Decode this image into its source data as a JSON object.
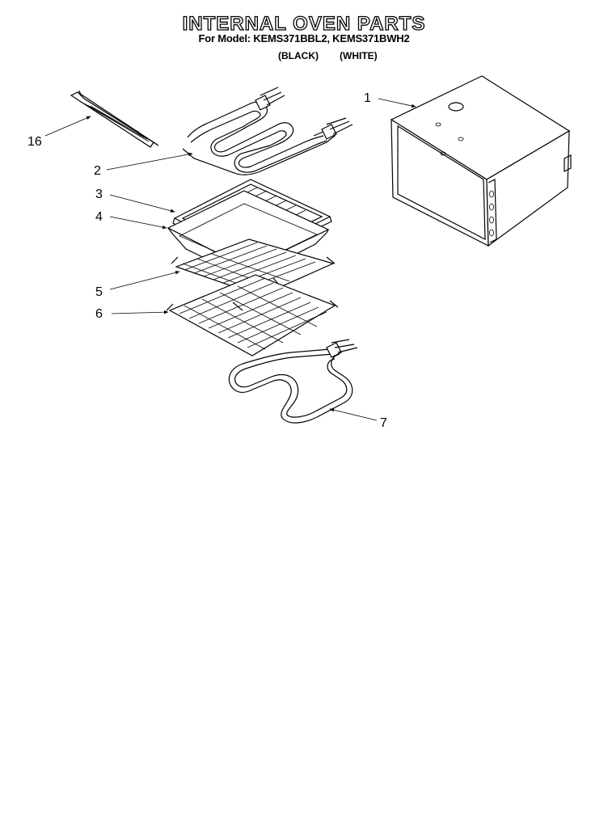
{
  "header": {
    "title": "INTERNAL OVEN PARTS",
    "subtitle": "For Model: KEMS371BBL2, KEMS371BWH2",
    "variant_black": "(BLACK)",
    "variant_white": "(WHITE)"
  },
  "callouts": {
    "c1": "1",
    "c2": "2",
    "c3": "3",
    "c4": "4",
    "c5": "5",
    "c6": "6",
    "c7": "7",
    "c16": "16"
  }
}
